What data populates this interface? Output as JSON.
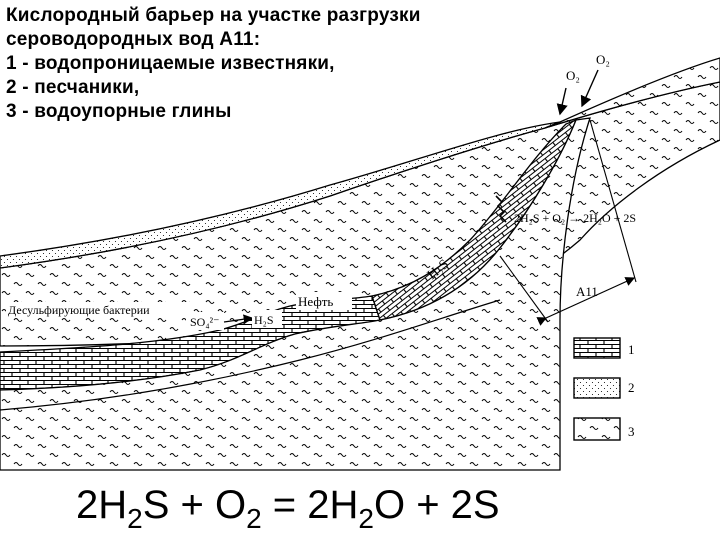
{
  "title": {
    "lines": [
      "Кислородный барьер на участке разгрузки",
      "сероводородных вод А11:",
      "1 - водопроницаемые известняки,",
      "2 - песчаники,",
      "3 - водоупорные глины"
    ]
  },
  "diagram": {
    "labels": {
      "o2_left": "O₂",
      "o2_right": "O₂",
      "reaction": "2H₂S + O₂ → 2H₂O + 2S",
      "zone": "A11",
      "h2s_inclined": "H₂S",
      "bacteria": "Десульфирующие бактерии",
      "sulfate": "SO₄²⁻",
      "h2s_arrow": "H₂S",
      "oil": "Нефть"
    },
    "legend": [
      {
        "number": "1",
        "pattern": "limestone-brick"
      },
      {
        "number": "2",
        "pattern": "sandstone-dots"
      },
      {
        "number": "3",
        "pattern": "clay-wave"
      }
    ]
  },
  "equation": {
    "parts": [
      "2H",
      "2",
      "S + O",
      "2",
      " = 2H",
      "2",
      "O + 2S"
    ]
  },
  "colors": {
    "ink": "#000000",
    "background": "#ffffff"
  }
}
